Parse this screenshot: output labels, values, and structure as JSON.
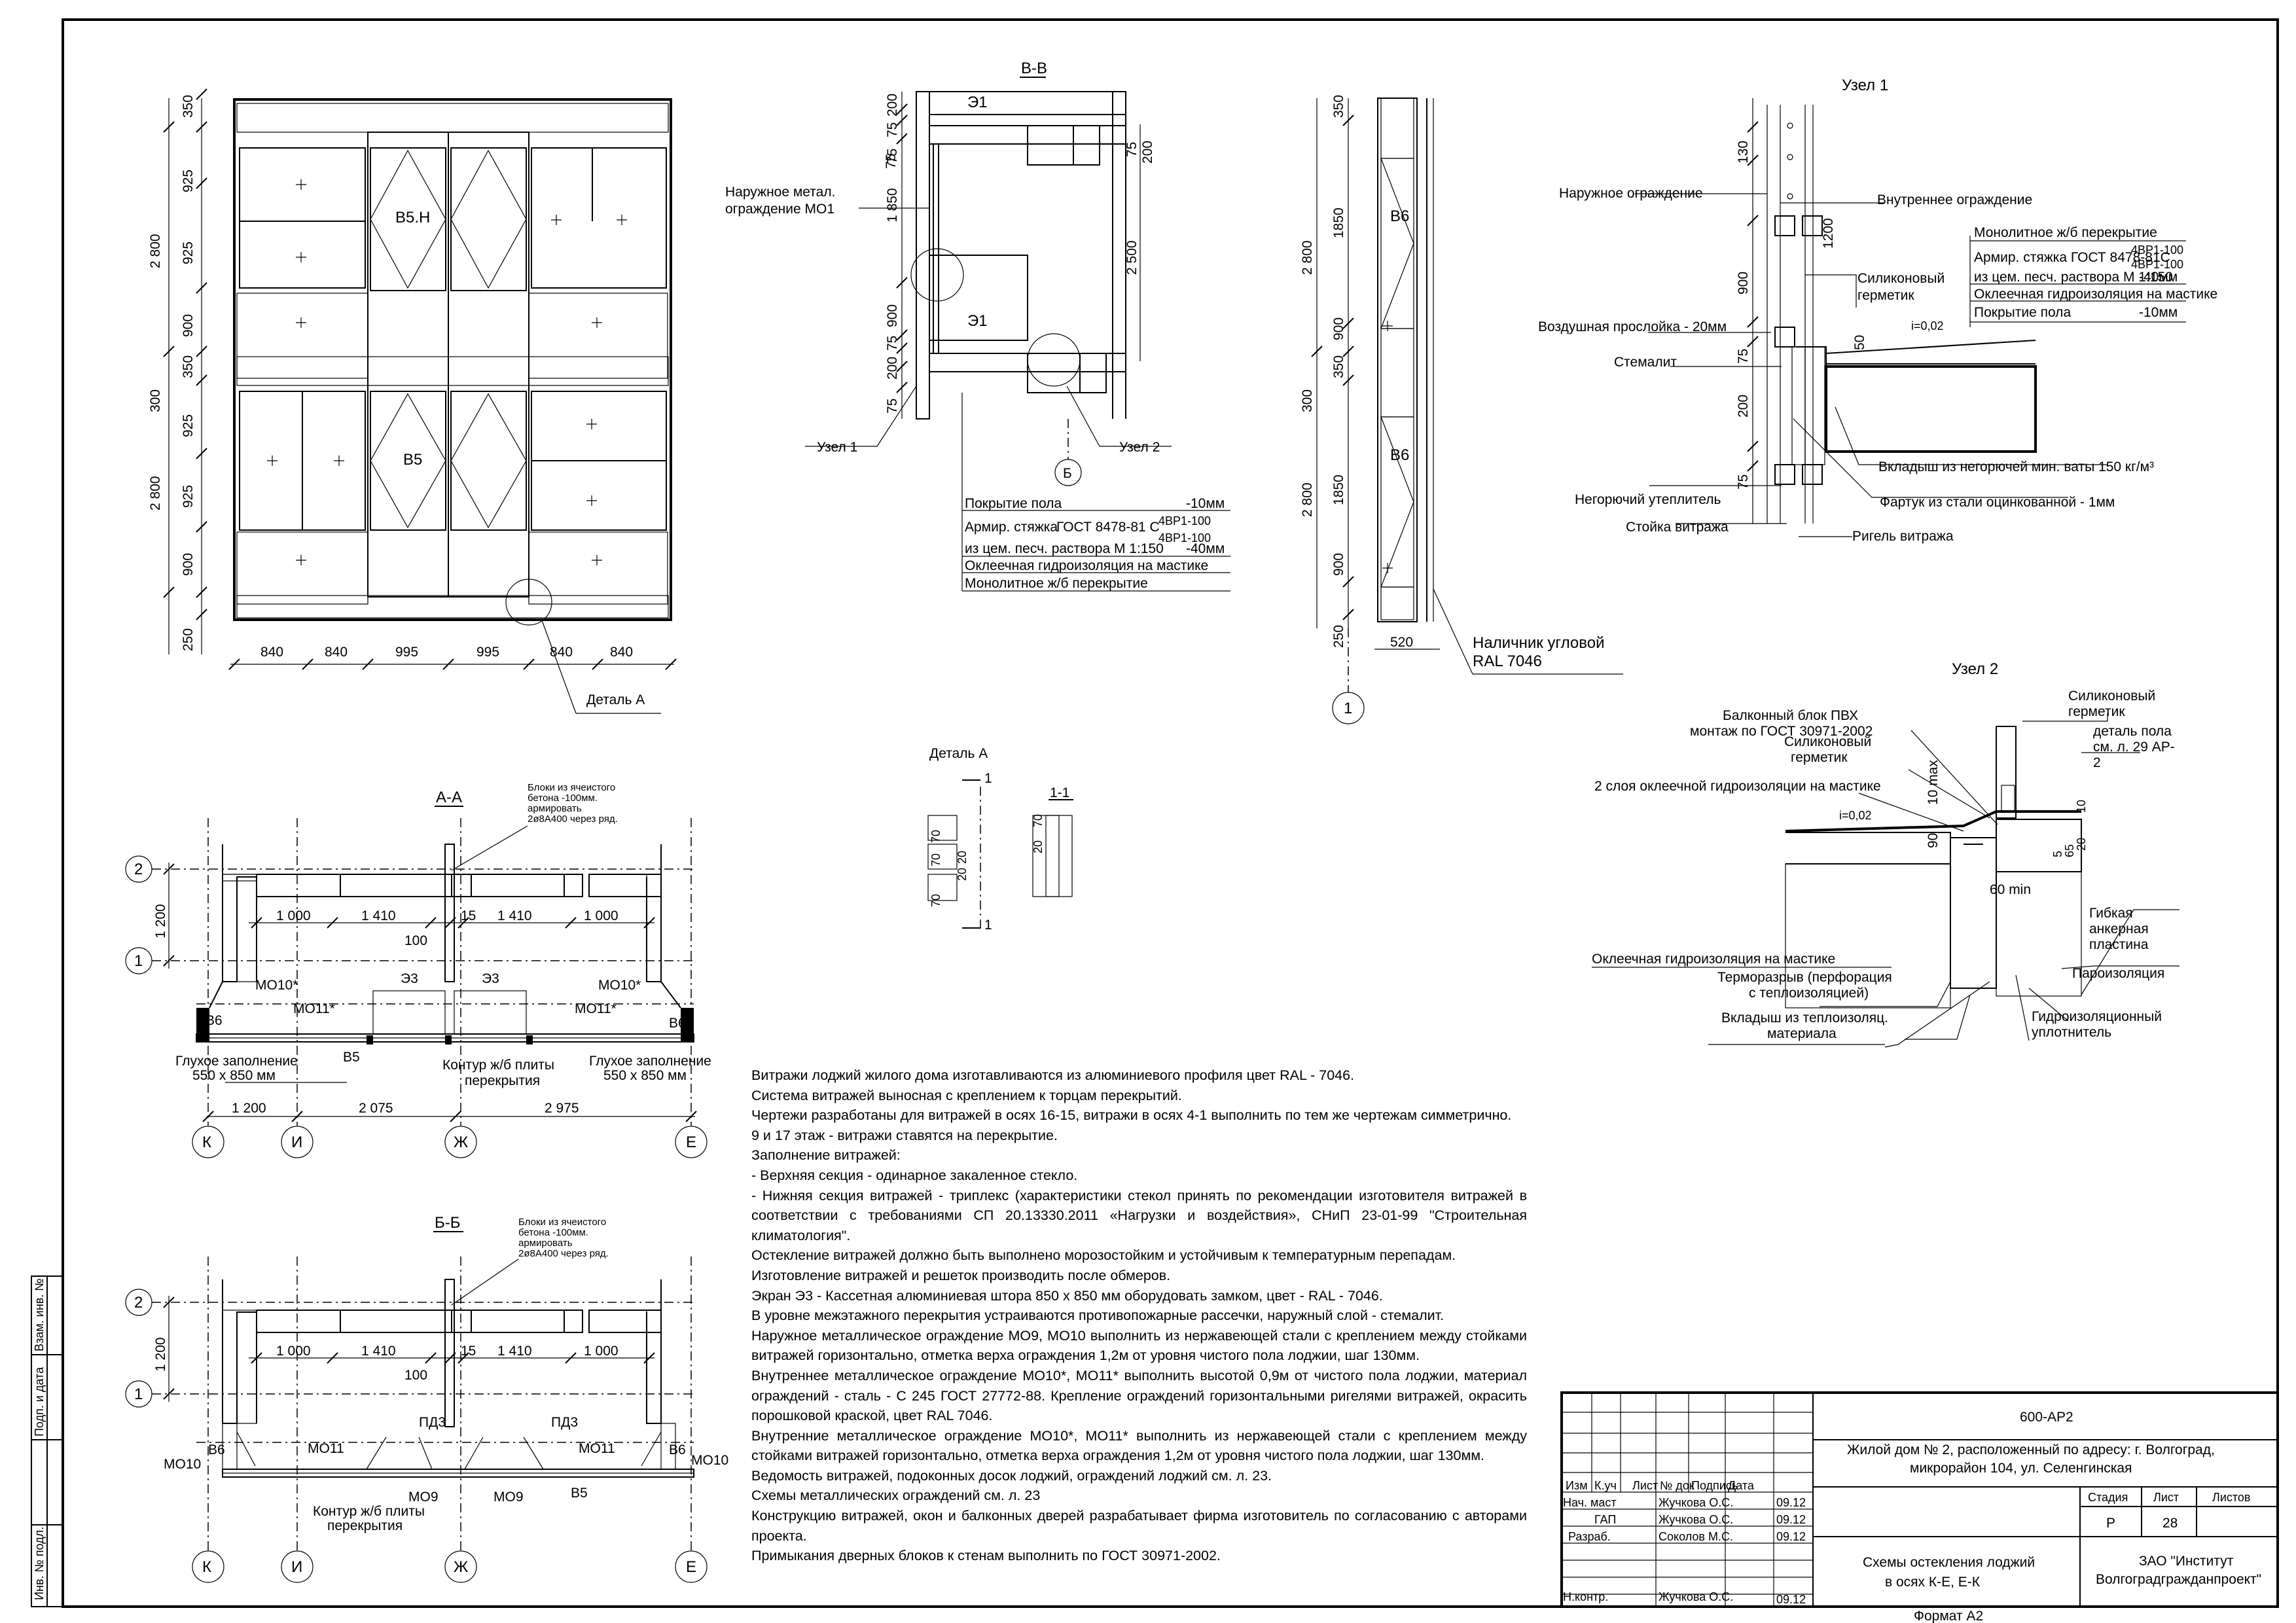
{
  "elevation1": {
    "v_dims": [
      "350",
      "925",
      "925",
      "900",
      "350",
      "300",
      "925",
      "925",
      "900",
      "250"
    ],
    "v_totals": [
      "2 800",
      "2 800"
    ],
    "h_dims": [
      "840",
      "840",
      "995",
      "995",
      "840",
      "840"
    ],
    "panel_labels": [
      "В5.Н",
      "В5"
    ],
    "detail": "Деталь А"
  },
  "sectionBB": {
    "title": "В-В",
    "dims_left": [
      "200",
      "75",
      "75",
      "1 850",
      "900",
      "75",
      "200",
      "75"
    ],
    "dims_right": [
      "75",
      "200",
      "2 500"
    ],
    "dims_top": [
      "75"
    ],
    "e_labels": [
      "Э1",
      "Э1"
    ],
    "label_mo1": [
      "Наружное метал.",
      "ограждение МО1"
    ],
    "node1": "Узел 1",
    "node2": "Узел 2",
    "axis": "Б",
    "floor": {
      "r1": [
        "Покрытие пола",
        "-10мм"
      ],
      "r2a": "Армир. стяжка",
      "r2b": "ГОСТ 8478-81 С",
      "r2c": [
        "4ВР1-100",
        "4ВР1-100"
      ],
      "r3a": "из цем. песч. раствора М 1:150",
      "r3b": "-40мм",
      "r4": "Оклеечная  гидроизоляция на мастике",
      "r5": "Монолитное ж/б перекрытие"
    }
  },
  "section1": {
    "v_dims": [
      "350",
      "1850",
      "900",
      "350",
      "300",
      "1850",
      "900",
      "250"
    ],
    "totals": [
      "2 800",
      "2 800"
    ],
    "width": "520",
    "labels": [
      "В6",
      "В6"
    ],
    "note": [
      "Наличник угловой",
      "RAL 7046"
    ],
    "axis": "1"
  },
  "node1": {
    "title": "Узел 1",
    "labels": [
      "Наружное ограждение",
      "Внутреннее ограждение",
      "Силиконовый",
      "герметик",
      "Воздушная прослойка - 20мм",
      "Стемалит",
      "Негорючий  утеплитель",
      "Стойка витража",
      "Ригель витража",
      "Фартук из стали оцинкованной - 1мм",
      "Вкладыш из негорючей мин. ваты 150 кг/м³"
    ],
    "dims": [
      "130",
      "1200",
      "900",
      "75",
      "200",
      "75",
      "50",
      "i=0,02"
    ],
    "table": {
      "r1": "Монолитное ж/б перекрытие",
      "r2a": "Армир. стяжка  ГОСТ 8478-81С",
      "r2c": [
        "4ВР1-100",
        "4ВР1-100"
      ],
      "r3a": "из цем. песч. раствора М 1:150",
      "r3b": "-40мм",
      "r4": "Оклеечная  гидроизоляция на мастике",
      "r5a": "Покрытие пола",
      "r5b": "-10мм"
    }
  },
  "node2": {
    "title": "Узел 2",
    "labels": [
      "Балконный блок ПВХ",
      "монтаж по ГОСТ  30971-2002",
      "Силиконовый",
      "герметик",
      "Силиконовый",
      "герметик",
      "деталь пола",
      "см. л. 29 АР-",
      "2",
      "2 слоя оклеечной  гидроизоляции на мастике",
      "Гибкая",
      "анкерная",
      "пластина",
      "Оклеечная  гидроизоляция на мастике",
      "Пароизоляция",
      "Терморазрыв (перфорация",
      "с теплоизоляцией)",
      "Вкладыш из теплоизоляц.",
      "материала",
      "Гидроизоляционный",
      "уплотнитель"
    ],
    "dims": [
      "10 max",
      "90",
      "60 min",
      "i=0,02",
      "65",
      "10",
      "20",
      "5"
    ]
  },
  "detailA": {
    "title": "Деталь А",
    "section": "1-1",
    "cut": "1",
    "dims": [
      "70",
      "70",
      "20",
      "20",
      "70",
      "70",
      "20"
    ]
  },
  "planAA": {
    "title": "А-А",
    "blocks": [
      "Блоки из ячеистого",
      "бетона -100мм.",
      "армировать",
      "2ø8А400 через ряд."
    ],
    "dims_top": [
      "1 000",
      "1 410",
      "15",
      "1 410",
      "1 000",
      "100"
    ],
    "dims_bottom": [
      "1 200",
      "2 075",
      "2 975"
    ],
    "row_dim": "1 200",
    "labels": [
      "МО10*",
      "МО10*",
      "МО11*",
      "МО11*",
      "В6",
      "В6",
      "В5",
      "Э3",
      "Э3"
    ],
    "glass_l": [
      "Глухое заполнение",
      "550 х 850 мм"
    ],
    "glass_r": [
      "Глухое заполнение",
      "550 х 850 мм"
    ],
    "contour": [
      "Контур ж/б плиты",
      "перекрытия"
    ],
    "axes_h": [
      "К",
      "И",
      "Ж",
      "Е"
    ],
    "axes_v": [
      "2",
      "1"
    ]
  },
  "planBB": {
    "title": "Б-Б",
    "blocks": [
      "Блоки из ячеистого",
      "бетона -100мм.",
      "армировать",
      "2ø8А400 через ряд."
    ],
    "dims_top": [
      "1 000",
      "1 410",
      "15",
      "1 410",
      "1 000",
      "100"
    ],
    "row_dim": "1 200",
    "labels": [
      "МО10",
      "МО10",
      "МО11",
      "МО11",
      "В6",
      "В6",
      "В5",
      "ПД3",
      "ПД3",
      "МО9",
      "МО9"
    ],
    "contour": [
      "Контур ж/б плиты",
      "перекрытия"
    ],
    "axes_h": [
      "К",
      "И",
      "Ж",
      "Е"
    ],
    "axes_v": [
      "2",
      "1"
    ]
  },
  "notes": [
    "Витражи лоджий жилого дома изготавливаются из алюминиевого профиля цвет RAL - 7046.",
    "Система витражей выносная с креплением к торцам перекрытий.",
    "Чертежи разработаны для витражей в осях 16-15, витражи в осях 4-1 выполнить по тем же чертежам симметрично.",
    "9 и 17 этаж - витражи ставятся на перекрытие.",
    "Заполнение витражей:",
    "-   Верхняя секция - одинарное закаленное стекло.",
    "- Нижняя секция витражей - триплекс (характеристики стекол принять по рекомендации изготовителя витражей в соответствии с требованиями СП 20.13330.2011 «Нагрузки и воздействия», СНиП 23-01-99 \"Строительная климатология\".",
    "Остекление витражей должно быть выполнено морозостойким и устойчивым к температурным перепадам.",
    "Изготовление витражей и решеток производить после обмеров.",
    "Экран Э3 - Кассетная алюминиевая  штора 850 х 850 мм оборудовать замком, цвет - RAL - 7046.",
    "В уровне межэтажного перекрытия устраиваются противопожарные рассечки, наружный слой - стемалит.",
    "Наружное металлическое ограждение МО9, МО10 выполнить из нержавеющей стали с креплением между стойками витражей горизонтально, отметка верха ограждения 1,2м от уровня чистого пола лоджии, шаг 130мм.",
    "Внутреннее металлическое ограждение МО10*, МО11* выполнить высотой 0,9м от чистого пола лоджии, материал ограждений  - сталь - С 245  ГОСТ 27772-88. Крепление ограждений горизонтальными ригелями витражей, окрасить порошковой краской,  цвет RAL 7046.",
    "Внутренние металлическое ограждение МО10*, МО11*  выполнить из нержавеющей стали с креплением между стойками витражей горизонтально, отметка верха ограждения 1,2м от уровня чистого пола лоджии, шаг 130мм.",
    "Ведомость витражей, подоконных досок лоджий, ограждений лоджий  см. л. 23.",
    "Схемы металлических ограждений см. л.  23",
    "Конструкцию витражей, окон и балконных дверей разрабатывает фирма изготовитель по согласованию с авторами проекта.",
    "Примыкания дверных блоков к стенам выполнить по ГОСТ 30971-2002."
  ],
  "stamp": {
    "code": "600-АР2",
    "object": [
      "Жилой дом № 2, расположенный по адресу: г. Волгоград,",
      "микрорайон 104, ул. Селенгинская"
    ],
    "heads": [
      "Изм",
      "К.уч",
      "Лист",
      "№ док",
      "Подпись",
      "Дата"
    ],
    "roles": [
      {
        "role": "Нач. маст",
        "name": "Жучкова О.С.",
        "date": "09.12"
      },
      {
        "role": "ГАП",
        "name": "Жучкова О.С.",
        "date": "09.12"
      },
      {
        "role": "Разраб.",
        "name": "Соколов М.С.",
        "date": "09.12"
      },
      {
        "role": "Н.контр.",
        "name": "Жучкова О.С.",
        "date": "09.12"
      }
    ],
    "stage_h": "Стадия",
    "sheet_h": "Лист",
    "sheets_h": "Листов",
    "stage": "Р",
    "sheet": "28",
    "title": [
      "Схемы остекления лоджий",
      "в осях К-Е, Е-К"
    ],
    "org": [
      "ЗАО \"Институт",
      "Волгоградгражданпроект\""
    ],
    "format": "Формат А2"
  },
  "side": [
    "Взам. инв. №",
    "Подп. и дата",
    "Инв. № подл."
  ]
}
